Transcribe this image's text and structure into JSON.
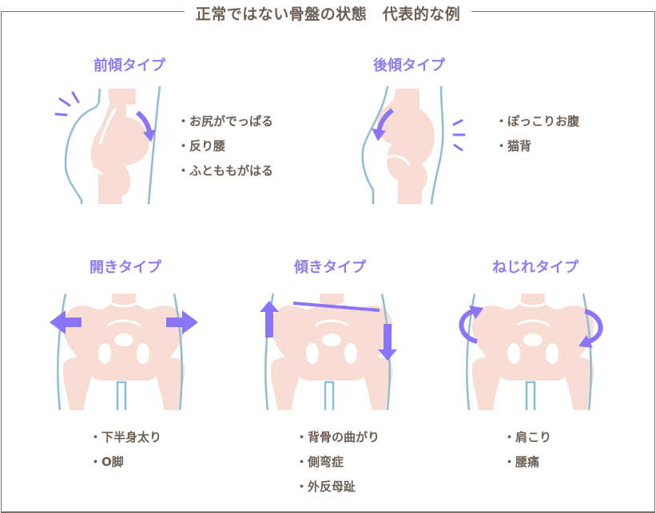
{
  "title": "正常ではない骨盤の状態　代表的な例",
  "types": [
    {
      "name": "前傾タイプ",
      "symptoms": [
        "お尻がでっぱる",
        "反り腰",
        "ふとももがはる"
      ]
    },
    {
      "name": "後傾タイプ",
      "symptoms": [
        "ぽっこりお腹",
        "猫背"
      ]
    },
    {
      "name": "開きタイプ",
      "symptoms": [
        "下半身太り",
        "O脚"
      ]
    },
    {
      "name": "傾きタイプ",
      "symptoms": [
        "背骨の曲がり",
        "側弯症",
        "外反母趾"
      ]
    },
    {
      "name": "ねじれタイプ",
      "symptoms": [
        "肩こり",
        "腰痛"
      ]
    }
  ],
  "colors": {
    "frame": "#7a6e64",
    "text": "#6b5f55",
    "accent": "#8f7bf0",
    "arrow": "#8b74f6",
    "body_line": "#8fbdd3",
    "bone": "#f8ddd4"
  }
}
